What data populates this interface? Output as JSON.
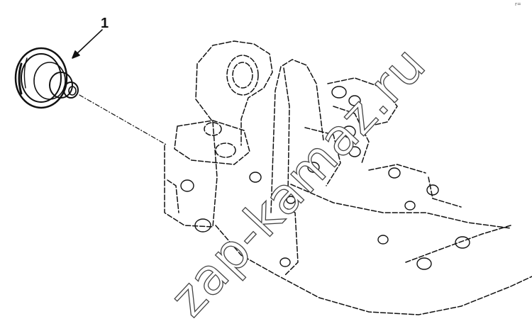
{
  "callout": {
    "number": "1"
  },
  "corner_mark": "r=",
  "watermark": {
    "text": "zap-kamaz.ru"
  },
  "colors": {
    "line": "#111111",
    "background": "#ffffff"
  },
  "icons": [
    "seal-ring-part-icon",
    "leader-arrow-icon"
  ]
}
